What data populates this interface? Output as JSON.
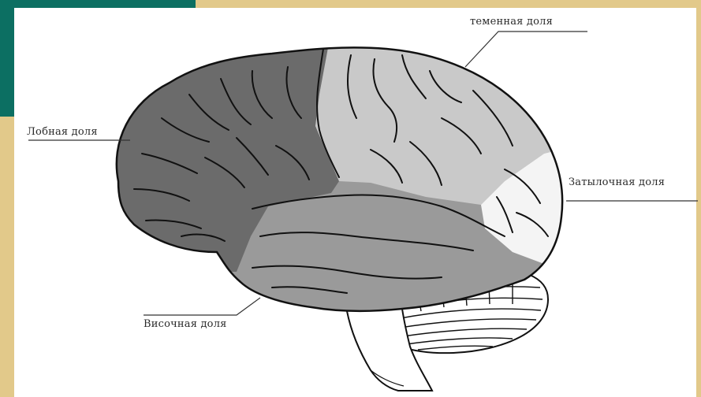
{
  "labels": {
    "parietal": "теменная доля",
    "frontal": "Лобная доля",
    "occipital": "Затылочная доля",
    "temporal": "Височная доля"
  },
  "colors": {
    "frame": "#e2c98a",
    "accent": "#0c6f62",
    "frontal_lobe": "#6b6b6b",
    "parietal_lobe": "#c9c9c9",
    "occipital_lobe": "#f4f4f4",
    "temporal_lobe": "#9a9a9a",
    "cerebellum": "#ffffff",
    "outline": "#111111"
  }
}
